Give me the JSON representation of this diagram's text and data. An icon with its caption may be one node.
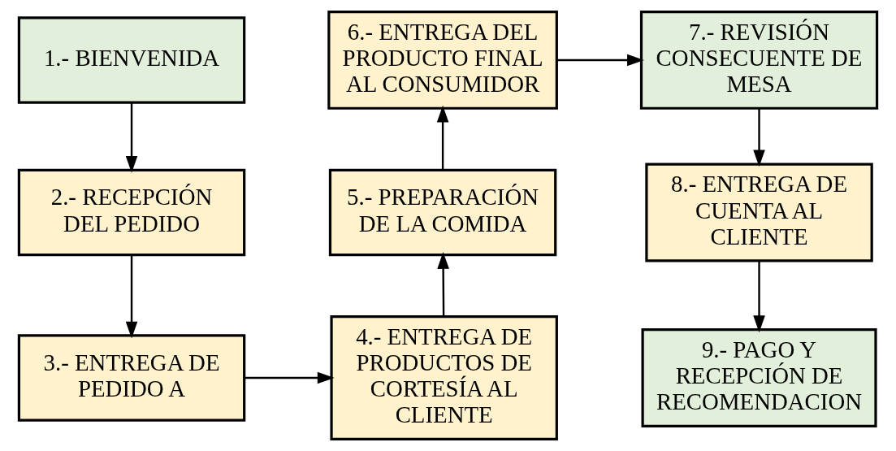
{
  "diagram": {
    "nodes": [
      {
        "text": [
          "1.- BIENVENIDA"
        ]
      },
      {
        "text": [
          "2.- RECEPCIÓN DEL PEDIDO"
        ]
      },
      {
        "text": [
          "3.- ENTREGA DE PEDIDO A"
        ]
      },
      {
        "text": [
          "4.- ENTREGA DE PRODUCTOS DE CORTESÍA AL CLIENTE"
        ]
      },
      {
        "text": [
          "5.- PREPARACIÓN DE LA COMIDA"
        ]
      },
      {
        "text": [
          "6.- ENTREGA DEL PRODUCTO FINAL AL CONSUMIDOR"
        ]
      },
      {
        "text": [
          "7.- REVISIÓN CONSECUENTE DE MESA"
        ]
      },
      {
        "text": [
          "8.- ENTREGA DE CUENTA AL CLIENTE"
        ]
      },
      {
        "text": [
          "9.- PAGO Y RECEPCIÓN DE RECOMENDACION"
        ]
      }
    ],
    "edges": [
      {
        "from": 0,
        "to": 1,
        "arrow": "to"
      },
      {
        "from": 1,
        "to": 2,
        "arrow": "to"
      },
      {
        "from": 2,
        "to": 3,
        "arrow": "to"
      },
      {
        "from": 3,
        "to": 4,
        "arrow": "to"
      },
      {
        "from": 4,
        "to": 5,
        "arrow": "to"
      },
      {
        "from": 5,
        "to": 6,
        "arrow": "to"
      },
      {
        "from": 6,
        "to": 7,
        "arrow": "to"
      },
      {
        "from": 7,
        "to": 8,
        "arrow": "to"
      }
    ]
  }
}
